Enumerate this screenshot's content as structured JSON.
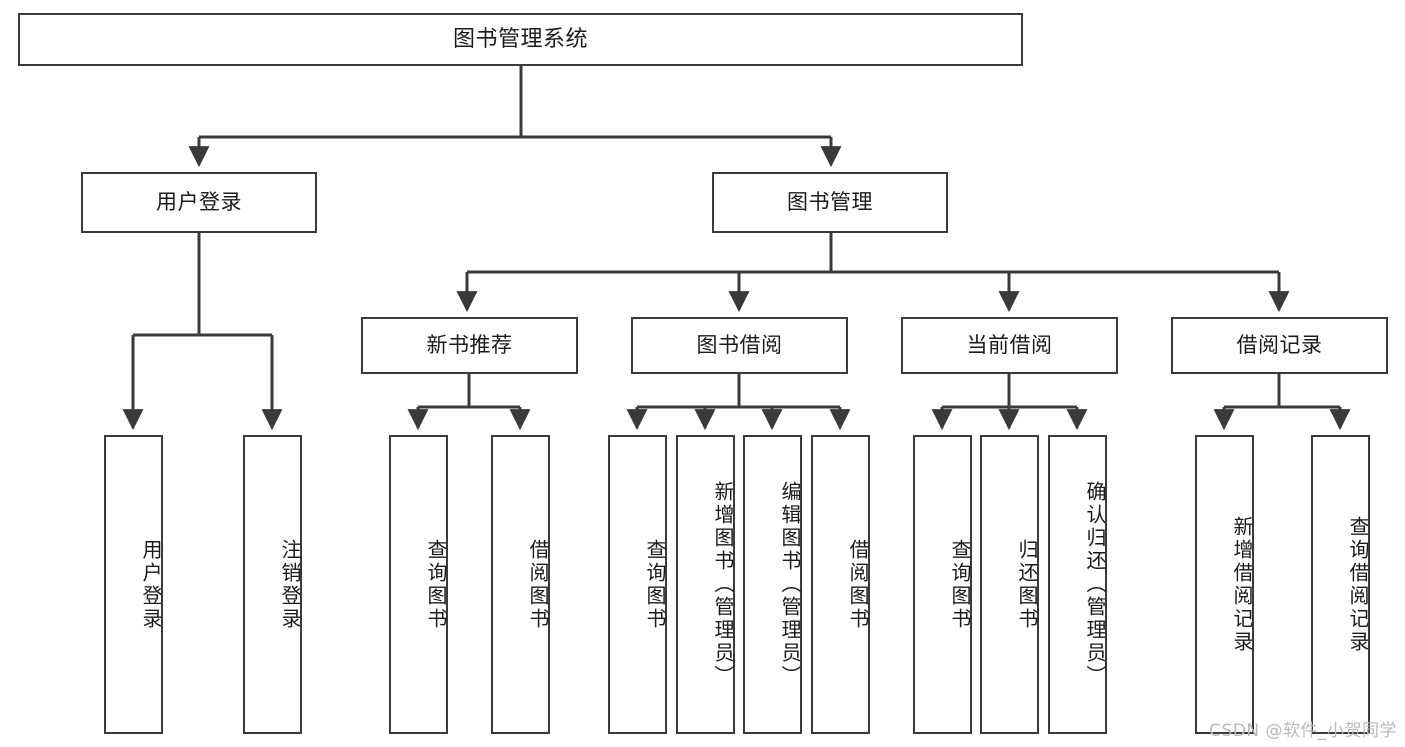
{
  "diagram": {
    "title": "图书管理系统",
    "type": "tree-hierarchy-chart",
    "watermark": "CSDN @软件_小贺同学",
    "colors": {
      "box_border": "#3a3a3a",
      "box_fill": "#ffffff",
      "edge": "#3a3a3a",
      "text": "#1b1b1b",
      "watermark": "#b9b9b9",
      "background": "#ffffff"
    },
    "root": {
      "label": "图书管理系统"
    },
    "level1": [
      {
        "label": "用户登录"
      },
      {
        "label": "图书管理"
      }
    ],
    "level2": [
      {
        "label": "新书推荐"
      },
      {
        "label": "图书借阅"
      },
      {
        "label": "当前借阅"
      },
      {
        "label": "借阅记录"
      }
    ],
    "leaves": {
      "user_login": [
        {
          "label": "用户登录"
        },
        {
          "label": "注销登录"
        }
      ],
      "new_book_recommend": [
        {
          "label": "查询图书"
        },
        {
          "label": "借阅图书"
        }
      ],
      "book_borrow": [
        {
          "label": "查询图书"
        },
        {
          "label": "新增图书（管理员）"
        },
        {
          "label": "编辑图书（管理员）"
        },
        {
          "label": "借阅图书"
        }
      ],
      "current_borrow": [
        {
          "label": "查询图书"
        },
        {
          "label": "归还图书"
        },
        {
          "label": "确认归还（管理员）"
        }
      ],
      "borrow_record": [
        {
          "label": "新增借阅记录"
        },
        {
          "label": "查询借阅记录"
        }
      ]
    }
  }
}
